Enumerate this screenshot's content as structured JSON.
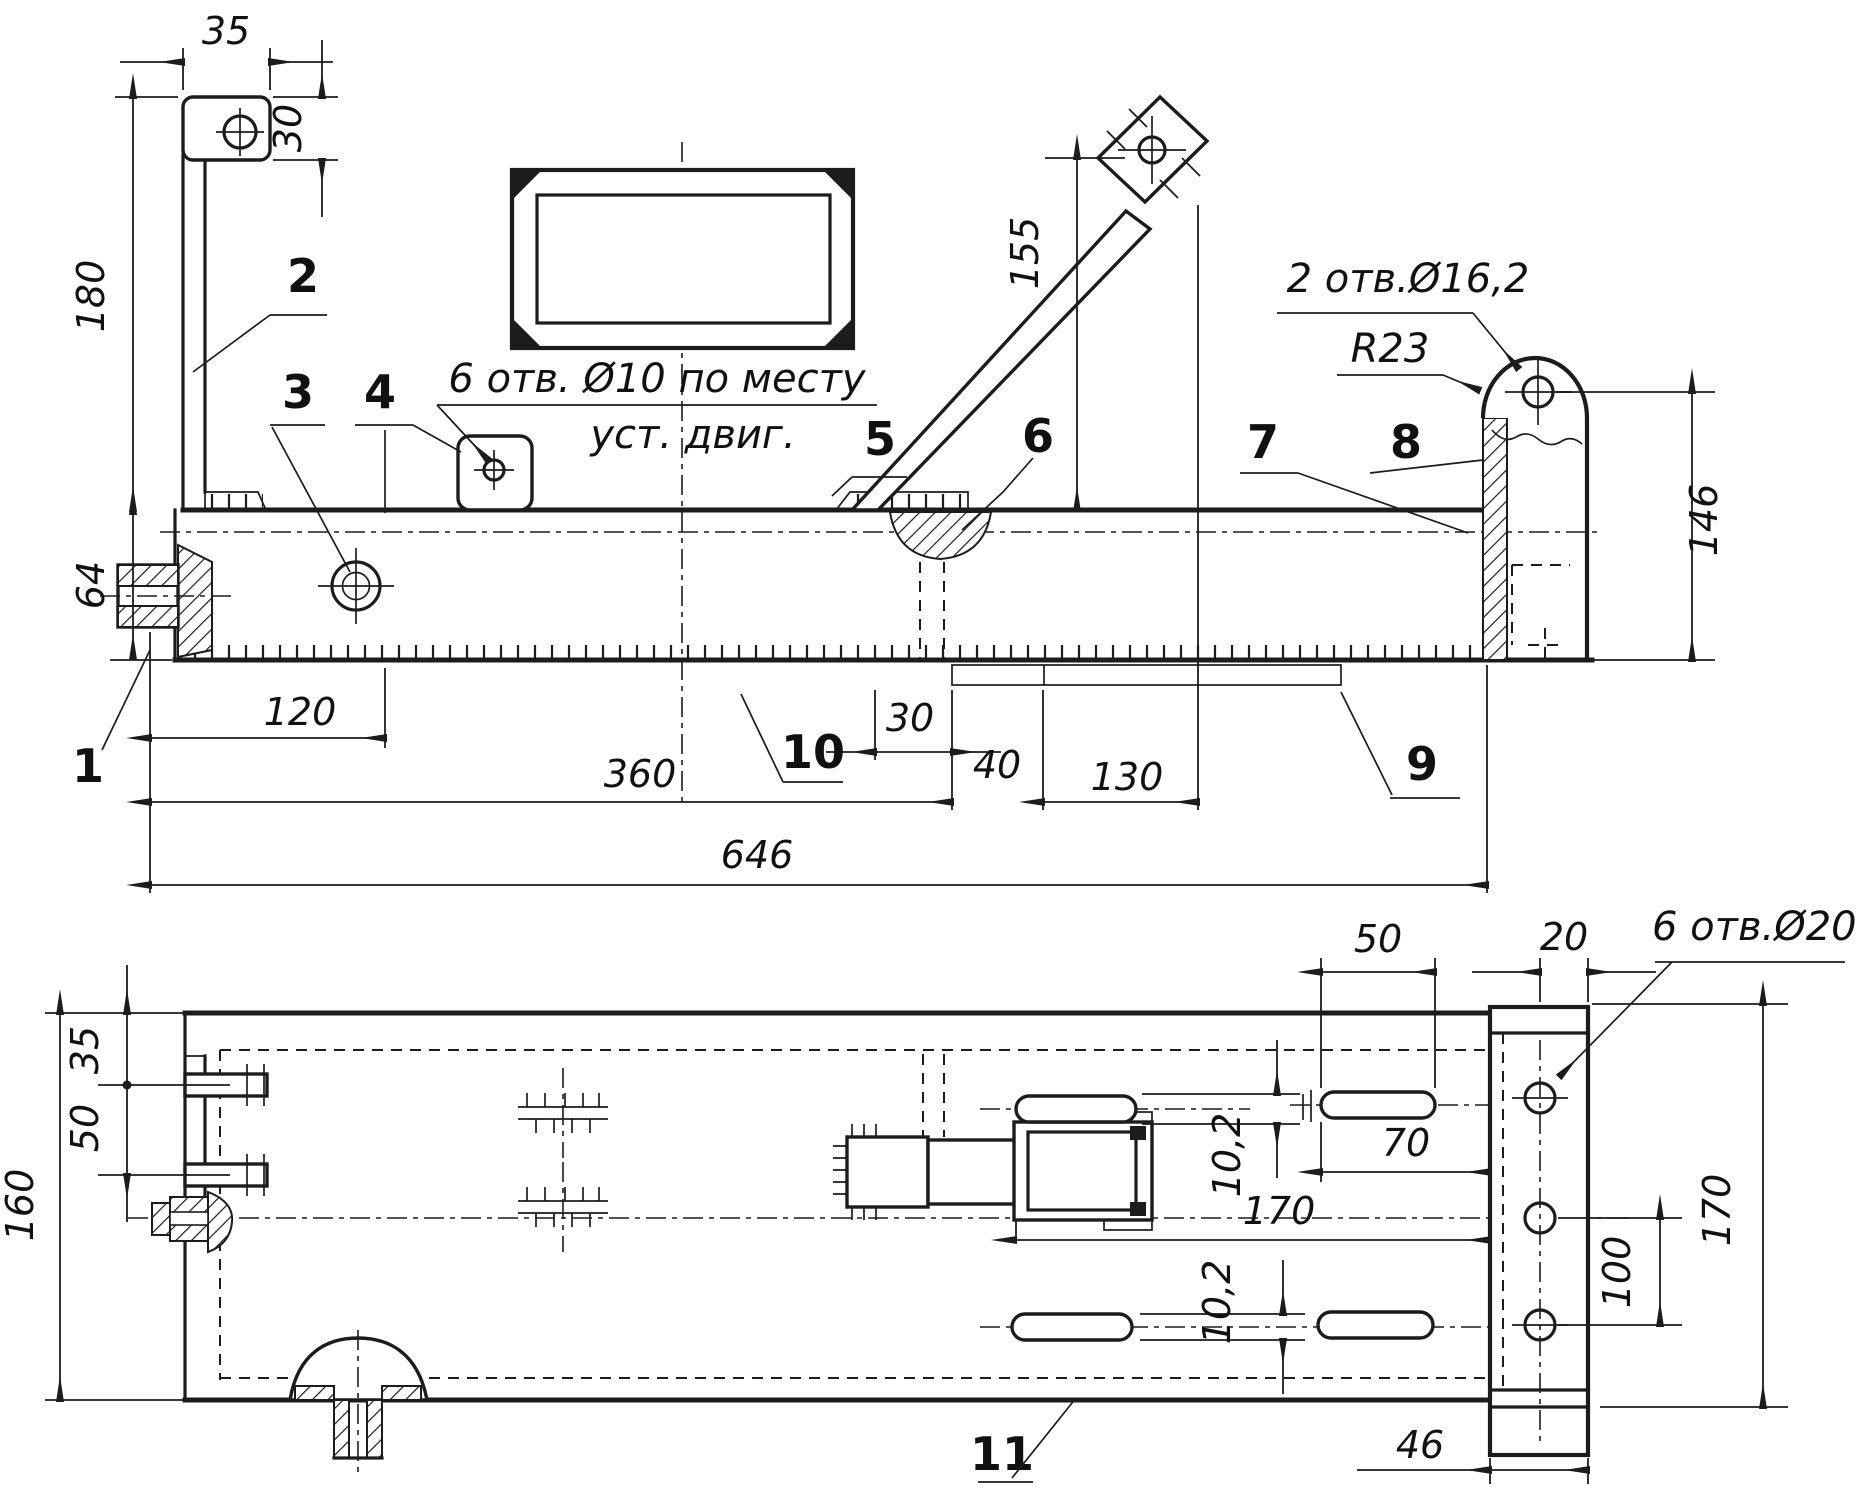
{
  "colors": {
    "ink": "#1c1c1c",
    "paper": "#ffffff"
  },
  "top_view": {
    "dims": {
      "w35": "35",
      "h30": "30",
      "h180": "180",
      "h64": "64",
      "l120": "120",
      "l360": "360",
      "l30": "30",
      "l40": "40",
      "l130": "130",
      "l646": "646",
      "h155": "155",
      "h146": "146"
    },
    "notes": {
      "holes6_line1": "6 отв. Ø10 по месту",
      "holes6_line2": "уст. двиг.",
      "holes2": "2 отв.Ø16,2",
      "radius": "R23"
    },
    "labels": {
      "p1": "1",
      "p2": "2",
      "p3": "3",
      "p4": "4",
      "p5": "5",
      "p6": "6",
      "p7": "7",
      "p8": "8",
      "p9": "9",
      "p10": "10"
    }
  },
  "bottom_view": {
    "dims": {
      "h160": "160",
      "h35": "35",
      "h50": "50",
      "l50": "50",
      "l20": "20",
      "l70": "70",
      "h100": "100",
      "h170": "170",
      "l170": "170",
      "s102a": "10,2",
      "s102b": "10,2",
      "w46": "46"
    },
    "notes": {
      "holes6": "6 отв.Ø20"
    },
    "labels": {
      "p11": "11"
    }
  }
}
